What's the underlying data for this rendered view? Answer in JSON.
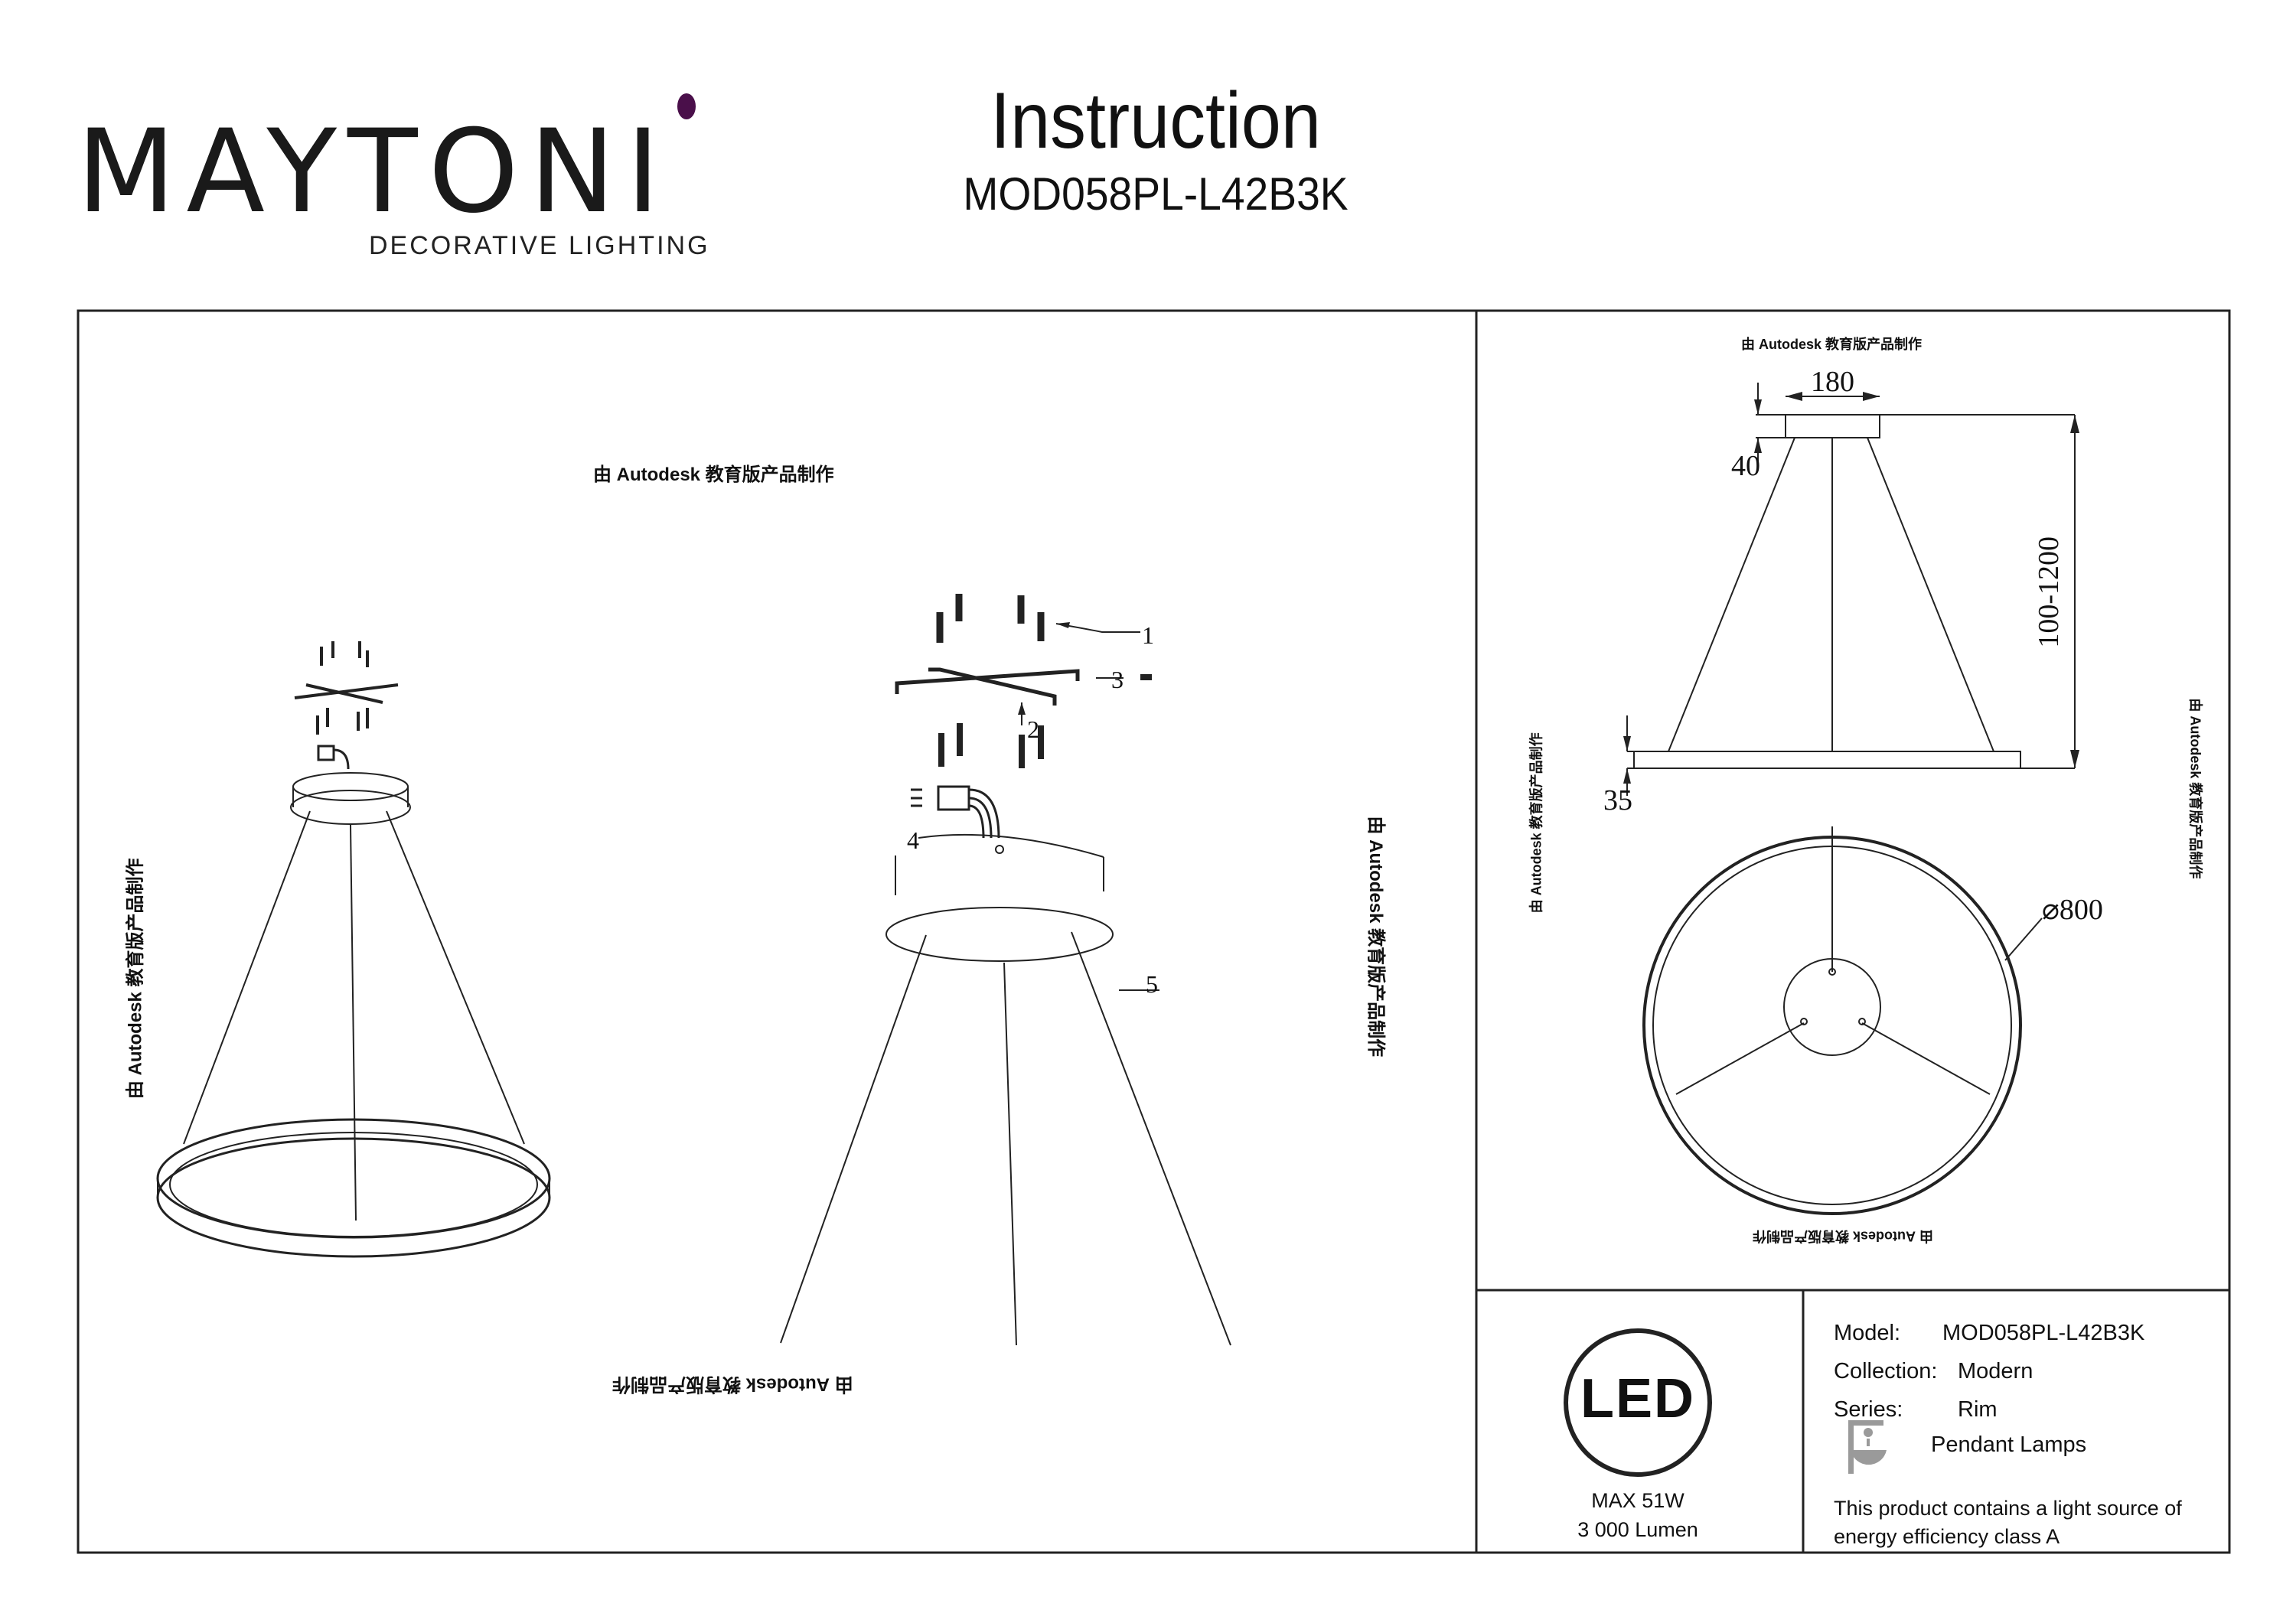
{
  "brand": {
    "name": "MAYTONI",
    "tagline": "DECORATIVE LIGHTING",
    "accent_color": "#4a0f4a"
  },
  "header": {
    "title": "Instruction",
    "model": "MOD058PL-L42B3K"
  },
  "watermark": "由 Autodesk 教育版产品制作",
  "assembly": {
    "parts": [
      "1",
      "2",
      "3",
      "4",
      "5"
    ]
  },
  "dimensions": {
    "canopy_width": "180",
    "canopy_height": "40",
    "cable_length": "100-1200",
    "ring_height": "35",
    "ring_diameter": "⌀800"
  },
  "spec": {
    "led_label": "LED",
    "power": "MAX 51W",
    "lumen": "3 000 Lumen",
    "model_label": "Model:",
    "model_value": "MOD058PL-L42B3K",
    "collection_label": "Collection:",
    "collection_value": "Modern",
    "series_label": "Series:",
    "series_value": "Rim",
    "category": "Pendant Lamps",
    "energy_note_1": "This product contains a light source of",
    "energy_note_2": "energy efficiency class A"
  }
}
